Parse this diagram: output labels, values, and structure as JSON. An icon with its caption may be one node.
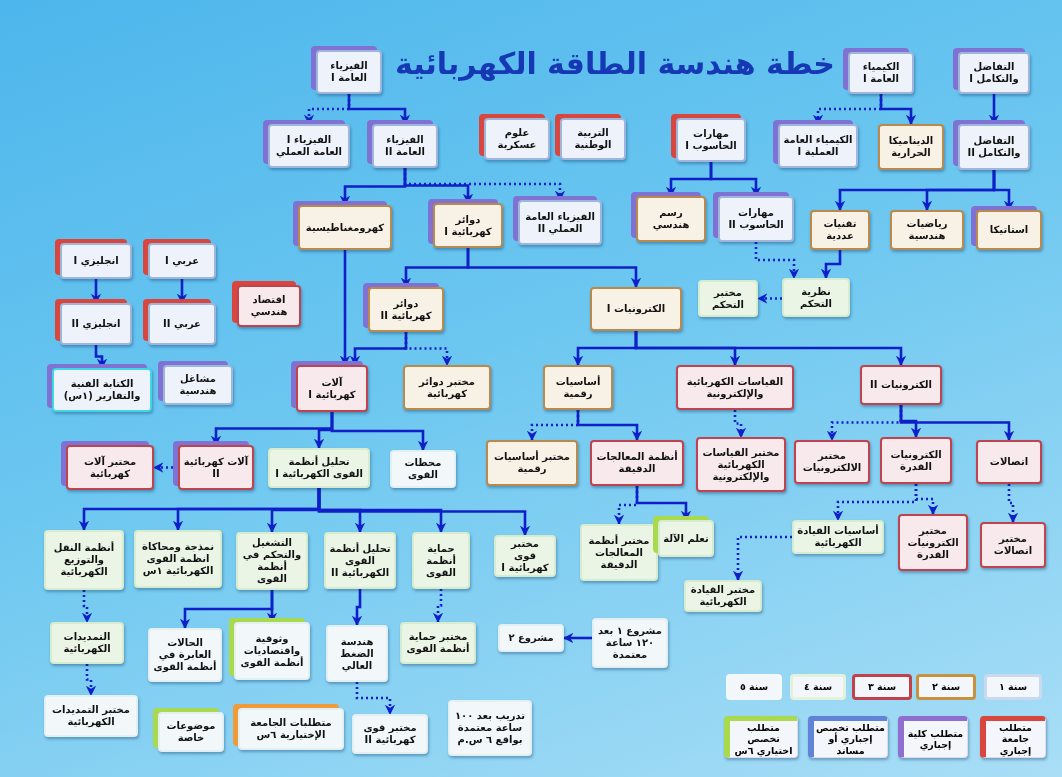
{
  "diagram": {
    "title": "خطة هندسة الطاقة الكهربائية",
    "nodes": [
      {
        "text": [
          "الفيزياء العامة I"
        ]
      },
      {
        "text": [
          "الفيزياء I العامة العملي"
        ]
      },
      {
        "text": [
          "الفيزياء العامة II"
        ]
      },
      {
        "text": [
          "علوم عسكرية"
        ]
      },
      {
        "text": [
          "التربية الوطنية"
        ]
      },
      {
        "text": [
          "مهارات الحاسوب I"
        ]
      },
      {
        "text": [
          "الكيمياء العامة I"
        ]
      },
      {
        "text": [
          "التفاضل والتكامل I"
        ]
      },
      {
        "text": [
          "الكيمياء العامة العملية I"
        ]
      },
      {
        "text": [
          "الديناميكا الحرارية"
        ]
      },
      {
        "text": [
          "التفاضل والتكامل II"
        ]
      },
      {
        "text": [
          "كهرومغناطيسية"
        ]
      },
      {
        "text": [
          "دوائر كهربائية I"
        ]
      },
      {
        "text": [
          "الفيزياء العامة العملي II"
        ]
      },
      {
        "text": [
          "رسم هندسي"
        ]
      },
      {
        "text": [
          "مهارات الحاسوب II"
        ]
      },
      {
        "text": [
          "تقنيات عددية"
        ]
      },
      {
        "text": [
          "رياضيات هندسية"
        ]
      },
      {
        "text": [
          "استاتيكا"
        ]
      },
      {
        "text": [
          "انجليزي I"
        ]
      },
      {
        "text": [
          "عربي I"
        ]
      },
      {
        "text": [
          "انجليزي II"
        ]
      },
      {
        "text": [
          "عربي II"
        ]
      },
      {
        "text": [
          "اقتصاد هندسي"
        ]
      },
      {
        "text": [
          "دوائر كهربائية II"
        ]
      },
      {
        "text": [
          "الكترونيات I"
        ]
      },
      {
        "text": [
          "مختبر التحكم"
        ]
      },
      {
        "text": [
          "نظرية التحكم"
        ]
      },
      {
        "text": [
          "الكتابة الفنية والتقارير (١س)"
        ]
      },
      {
        "text": [
          "مشاغل هندسية"
        ]
      },
      {
        "text": [
          "آلات كهربائية I"
        ]
      },
      {
        "text": [
          "مختبر دوائر كهربائية"
        ]
      },
      {
        "text": [
          "أساسيات رقمية"
        ]
      },
      {
        "text": [
          "القياسات الكهربائية والإلكترونية"
        ]
      },
      {
        "text": [
          "الكترونيات II"
        ]
      },
      {
        "text": [
          "مختبر آلات كهربائية"
        ]
      },
      {
        "text": [
          "آلات كهربائية II"
        ]
      },
      {
        "text": [
          "تحليل أنظمة القوى الكهربائية I"
        ]
      },
      {
        "text": [
          "محطات القوى"
        ]
      },
      {
        "text": [
          "مختبر أساسيات رقمية"
        ]
      },
      {
        "text": [
          "أنظمة المعالجات الدقيقة"
        ]
      },
      {
        "text": [
          "مختبر القياسات الكهربائية والإلكترونية"
        ]
      },
      {
        "text": [
          "مختبر الالكترونيات"
        ]
      },
      {
        "text": [
          "الكترونيات القدرة"
        ]
      },
      {
        "text": [
          "اتصالات"
        ]
      },
      {
        "text": [
          "أنظمة النقل والتوزيع الكهربائية"
        ]
      },
      {
        "text": [
          "نمذجة ومحاكاة انظمة القوى الكهربائية ١س"
        ]
      },
      {
        "text": [
          "التشغيل والتحكم في أنظمة القوى"
        ]
      },
      {
        "text": [
          "تحليل أنظمة القوى الكهربائية II"
        ]
      },
      {
        "text": [
          "حماية أنظمة القوى"
        ]
      },
      {
        "text": [
          "مختبر قوى كهربائية I"
        ]
      },
      {
        "text": [
          "مختبر أنظمة المعالجات الدقيقة"
        ]
      },
      {
        "text": [
          "تعلم الآلة"
        ]
      },
      {
        "text": [
          "أساسيات القيادة الكهربائية"
        ]
      },
      {
        "text": [
          "مختبر الكترونيات القدرة"
        ]
      },
      {
        "text": [
          "مختبر اتصالات"
        ]
      },
      {
        "text": [
          "مختبر القيادة الكهربائية"
        ]
      },
      {
        "text": [
          "مشروع ١ بعد ١٢٠ ساعة معتمدة"
        ]
      },
      {
        "text": [
          "مشروع ٢"
        ]
      },
      {
        "text": [
          "التمديدات الكهربائية"
        ]
      },
      {
        "text": [
          "الحالات العابرة في أنظمة القوى"
        ]
      },
      {
        "text": [
          "وثوقية واقتصاديات أنظمة القوى"
        ]
      },
      {
        "text": [
          "هندسة الضغط العالي"
        ]
      },
      {
        "text": [
          "مختبر حماية أنظمة القوى"
        ]
      },
      {
        "text": [
          "مختبر التمديدات الكهربائية"
        ]
      },
      {
        "text": [
          "موضوعات خاصة"
        ]
      },
      {
        "text": [
          "متطلبات الجامعة الإختيارية ٦س"
        ]
      },
      {
        "text": [
          "مختبر قوى كهربائية II"
        ]
      },
      {
        "text": [
          "تدريب بعد ١٠٠ ساعة معتمدة بواقع ٦ س.م"
        ]
      }
    ],
    "edges": [
      {
        "from": 0,
        "to": 1,
        "arrow": "to",
        "style": "dashed"
      },
      {
        "from": 0,
        "to": 2,
        "arrow": "to"
      },
      {
        "from": 2,
        "to": 11,
        "arrow": "to"
      },
      {
        "from": 2,
        "to": 12,
        "arrow": "to"
      },
      {
        "from": 2,
        "to": 13,
        "arrow": "to",
        "style": "dashed"
      },
      {
        "from": 5,
        "to": 14,
        "arrow": "to"
      },
      {
        "from": 5,
        "to": 15,
        "arrow": "to"
      },
      {
        "from": 6,
        "to": 8,
        "arrow": "to",
        "style": "dashed"
      },
      {
        "from": 6,
        "to": 9,
        "arrow": "to"
      },
      {
        "from": 7,
        "to": 10,
        "arrow": "to"
      },
      {
        "from": 10,
        "to": 16,
        "arrow": "to"
      },
      {
        "from": 10,
        "to": 17,
        "arrow": "to"
      },
      {
        "from": 10,
        "to": 18,
        "arrow": "to"
      },
      {
        "from": 15,
        "to": 27,
        "arrow": "to",
        "style": "dashed"
      },
      {
        "from": 16,
        "to": 27,
        "arrow": "to"
      },
      {
        "from": 27,
        "to": 26,
        "arrow": "to",
        "style": "dashed"
      },
      {
        "from": 19,
        "to": 21,
        "arrow": "to"
      },
      {
        "from": 20,
        "to": 22,
        "arrow": "to"
      },
      {
        "from": 21,
        "to": 28,
        "arrow": "to"
      },
      {
        "from": 11,
        "to": 30,
        "arrow": "to"
      },
      {
        "from": 12,
        "to": 24,
        "arrow": "to"
      },
      {
        "from": 12,
        "to": 25,
        "arrow": "to"
      },
      {
        "from": 24,
        "to": 30,
        "arrow": "to"
      },
      {
        "from": 24,
        "to": 31,
        "arrow": "to",
        "style": "dashed"
      },
      {
        "from": 25,
        "to": 32,
        "arrow": "to"
      },
      {
        "from": 25,
        "to": 33,
        "arrow": "to"
      },
      {
        "from": 25,
        "to": 34,
        "arrow": "to"
      },
      {
        "from": 30,
        "to": 36,
        "arrow": "to"
      },
      {
        "from": 30,
        "to": 37,
        "arrow": "to"
      },
      {
        "from": 30,
        "to": 38,
        "arrow": "to"
      },
      {
        "from": 36,
        "to": 35,
        "arrow": "to",
        "style": "dashed"
      },
      {
        "from": 32,
        "to": 39,
        "arrow": "to",
        "style": "dashed"
      },
      {
        "from": 32,
        "to": 40,
        "arrow": "to"
      },
      {
        "from": 33,
        "to": 41,
        "arrow": "to",
        "style": "dashed"
      },
      {
        "from": 34,
        "to": 42,
        "arrow": "to",
        "style": "dashed"
      },
      {
        "from": 34,
        "to": 43,
        "arrow": "to"
      },
      {
        "from": 34,
        "to": 44,
        "arrow": "to"
      },
      {
        "from": 37,
        "to": 45,
        "arrow": "to"
      },
      {
        "from": 37,
        "to": 46,
        "arrow": "to"
      },
      {
        "from": 37,
        "to": 47,
        "arrow": "to"
      },
      {
        "from": 37,
        "to": 48,
        "arrow": "to"
      },
      {
        "from": 37,
        "to": 49,
        "arrow": "to"
      },
      {
        "from": 37,
        "to": 50,
        "arrow": "to"
      },
      {
        "from": 40,
        "to": 51,
        "arrow": "to",
        "style": "dashed"
      },
      {
        "from": 40,
        "to": 52,
        "arrow": "to"
      },
      {
        "from": 43,
        "to": 53,
        "arrow": "to",
        "style": "dashed"
      },
      {
        "from": 43,
        "to": 54,
        "arrow": "to",
        "style": "dashed"
      },
      {
        "from": 44,
        "to": 55,
        "arrow": "to",
        "style": "dashed"
      },
      {
        "from": 53,
        "to": 56,
        "arrow": "to",
        "style": "dashed"
      },
      {
        "from": 57,
        "to": 58,
        "arrow": "to"
      },
      {
        "from": 45,
        "to": 59,
        "arrow": "to",
        "style": "dashed"
      },
      {
        "from": 59,
        "to": 64,
        "arrow": "to",
        "style": "dashed"
      },
      {
        "from": 47,
        "to": 60,
        "arrow": "to"
      },
      {
        "from": 47,
        "to": 61,
        "arrow": "to"
      },
      {
        "from": 48,
        "to": 62,
        "arrow": "to"
      },
      {
        "from": 62,
        "to": 67,
        "arrow": "to",
        "style": "dashed"
      },
      {
        "from": 49,
        "to": 63,
        "arrow": "to",
        "style": "dashed"
      }
    ],
    "legend": [
      {
        "text": "سنة ١",
        "color": "#c9d9ef"
      },
      {
        "text": "سنة ٢",
        "color": "#c8913f"
      },
      {
        "text": "سنة ٣",
        "color": "#c0414b"
      },
      {
        "text": "سنة ٤",
        "color": "#e3f2dc"
      },
      {
        "text": "سنة ٥",
        "color": "#f3f8fa"
      },
      {
        "text": "متطلب جامعة إجباري",
        "color": "#d9463e"
      },
      {
        "text": "متطلب كلية إجباري",
        "color": "#8e6fd0"
      },
      {
        "text": "متطلب تخصص إجباري أو مساند",
        "color": "#5f83d6"
      },
      {
        "text": "متطلب تخصص اختياري ٦س",
        "color": "#a9d94c"
      }
    ]
  }
}
